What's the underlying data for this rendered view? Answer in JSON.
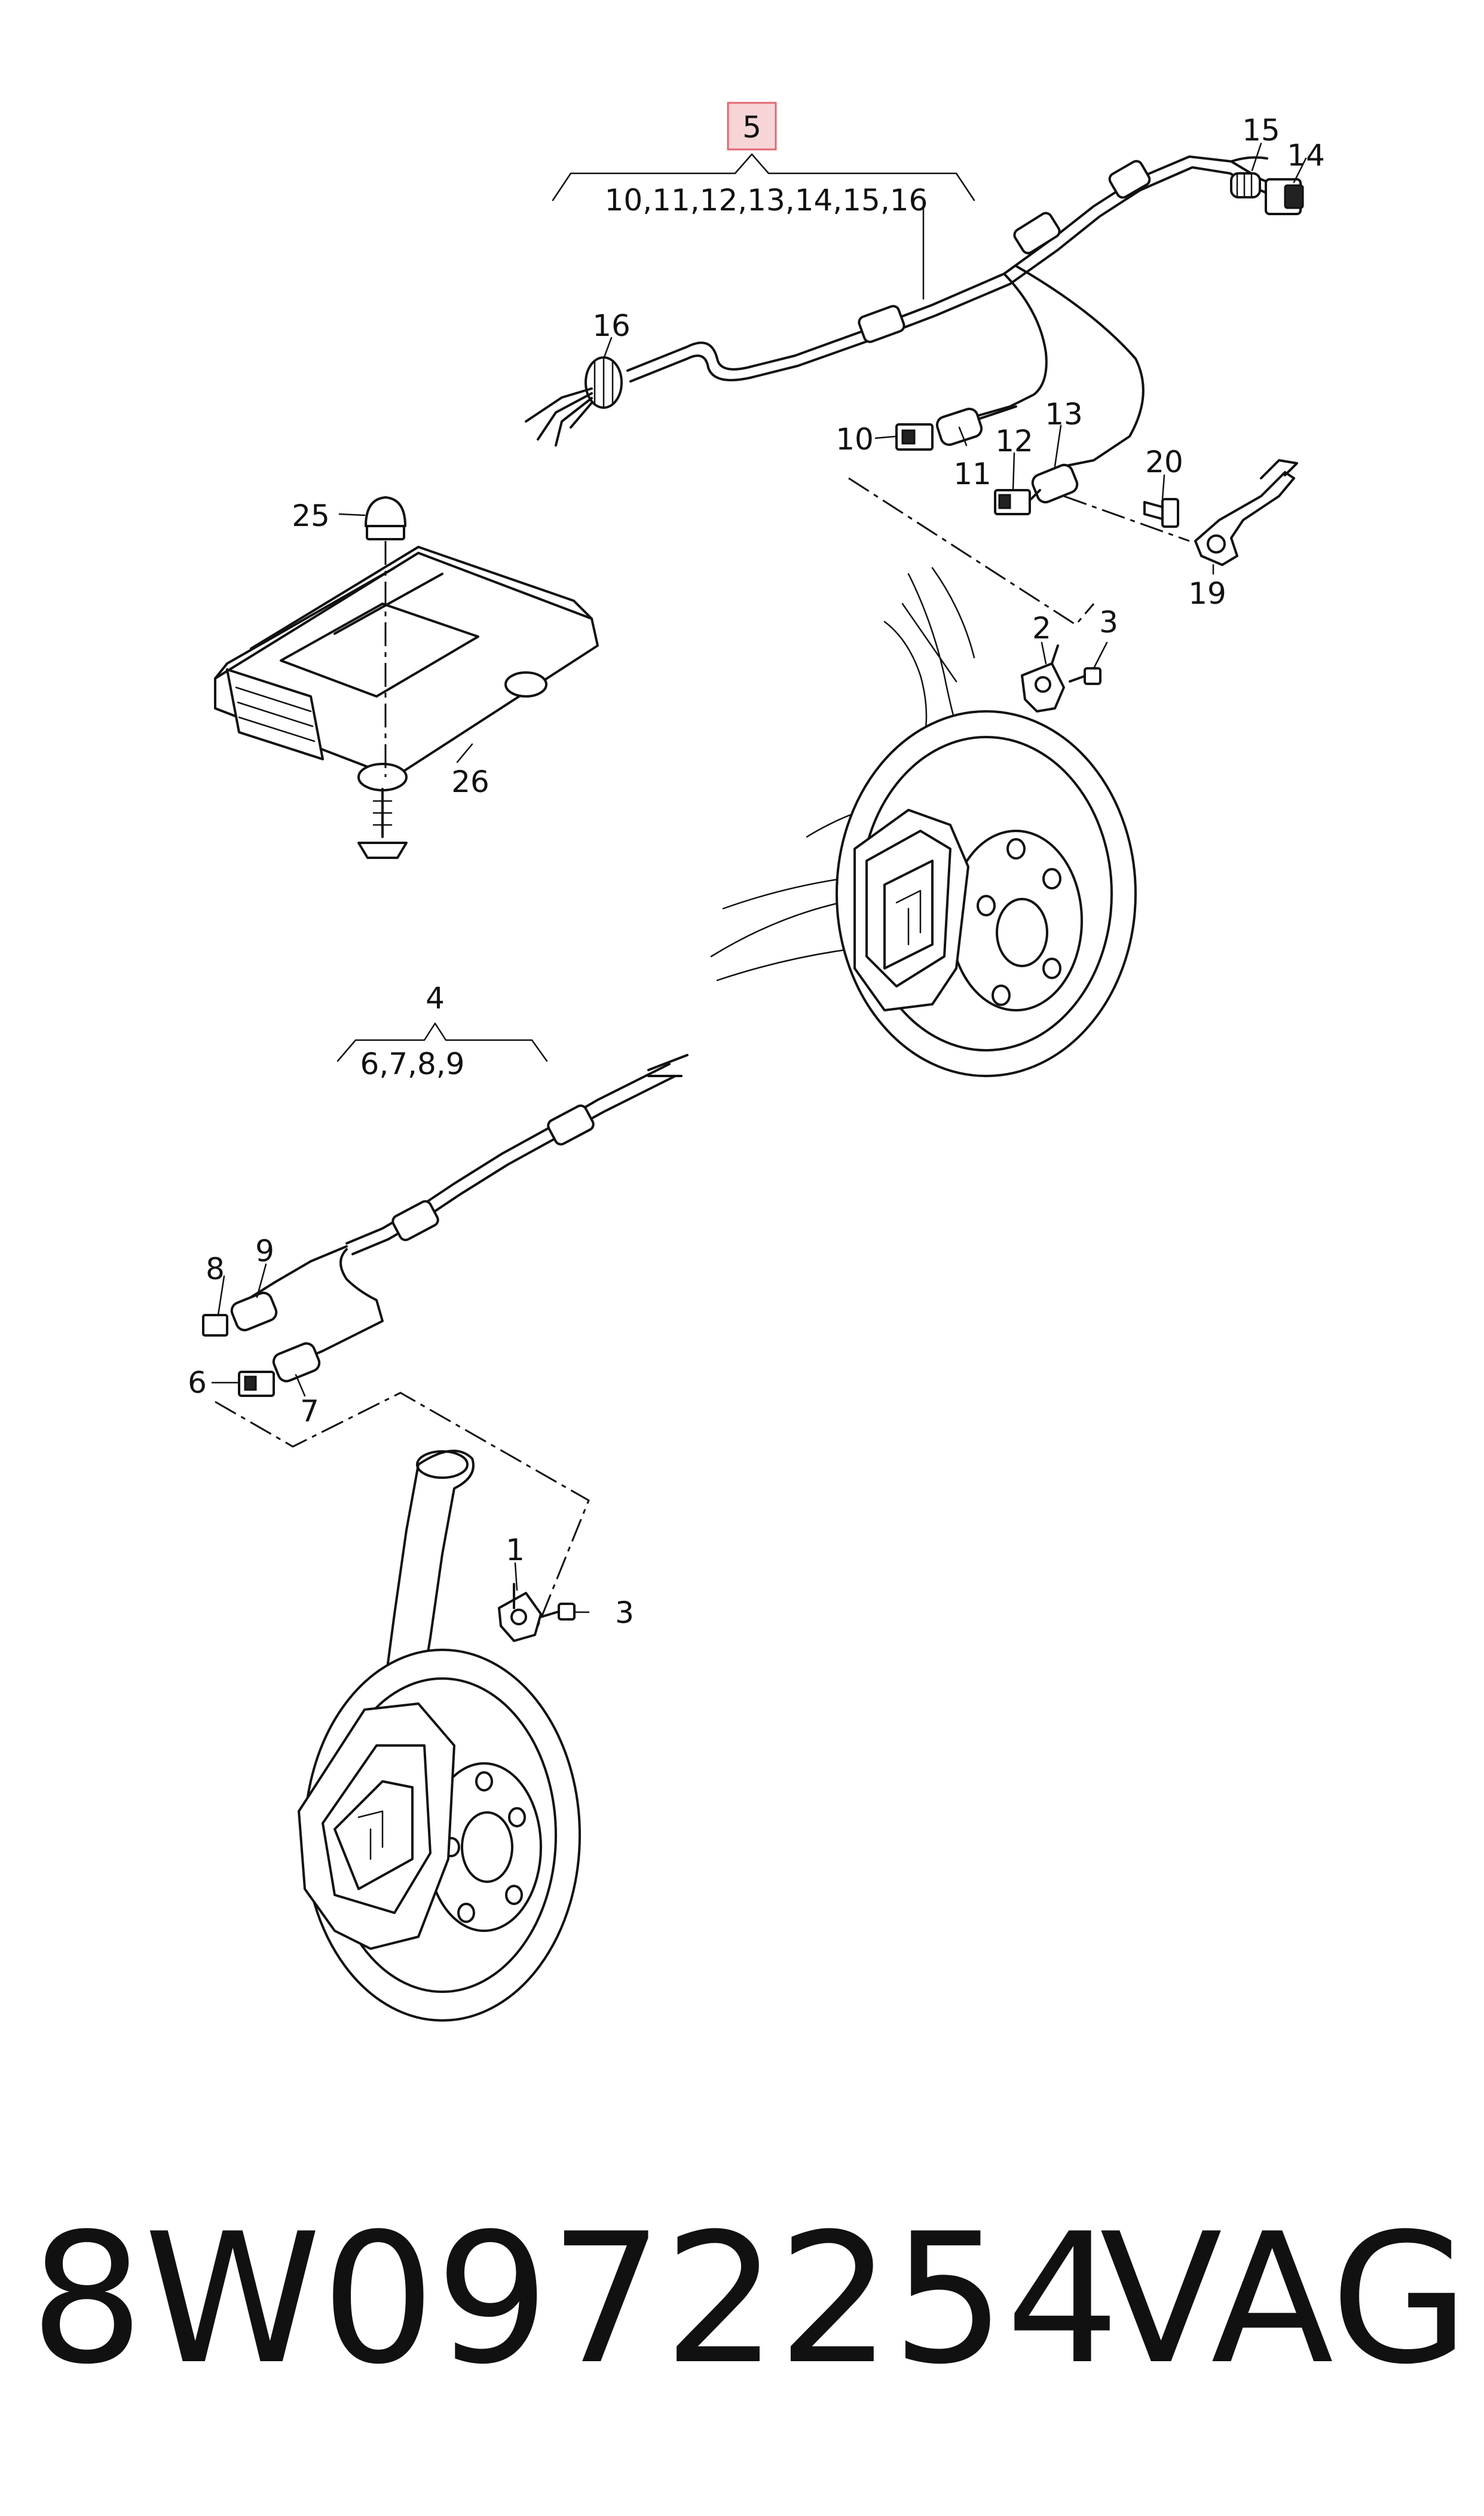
{
  "diagram": {
    "group_upper": {
      "code": "5",
      "range": "10,11,12,13,14,15,16",
      "highlight_color": "#f7d5d7",
      "highlight_border": "#e06870"
    },
    "group_lower": {
      "code": "4",
      "range": "6,7,8,9"
    },
    "callouts": {
      "p1": "1",
      "p2": "2",
      "p3a": "3",
      "p3b": "3",
      "p6": "6",
      "p7": "7",
      "p8": "8",
      "p9": "9",
      "p10": "10",
      "p11": "11",
      "p12": "12",
      "p13": "13",
      "p14": "14",
      "p15": "15",
      "p16": "16",
      "p19": "19",
      "p20": "20",
      "p25": "25",
      "p26": "26"
    },
    "footer": {
      "part_number": "8W0972254",
      "brand": "VAG"
    }
  }
}
